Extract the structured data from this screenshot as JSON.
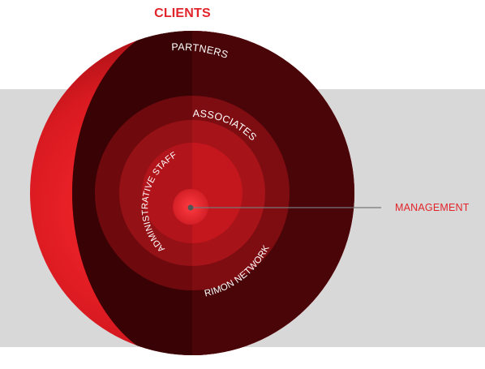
{
  "title": "CLIENTS",
  "rings": {
    "partners": "PARTNERS",
    "associates": "ASSOCIATES",
    "administrative_staff": "ADMINISTRATIVE STAFF",
    "rimon_network": "RIMON NETWORK"
  },
  "core_label": "MANAGEMENT",
  "colors": {
    "accent": "#e2232a",
    "background_band": "#d8d8d8",
    "outer_shell": "#4a0508",
    "shell_shadow": "#2c0204",
    "middle_ring": "#7e0d12",
    "inner_ring": "#a6141a",
    "core": "#d01c24",
    "core_highlight": "#ff3b42",
    "label_text": "#ffffff",
    "leader_line": "#777777"
  }
}
